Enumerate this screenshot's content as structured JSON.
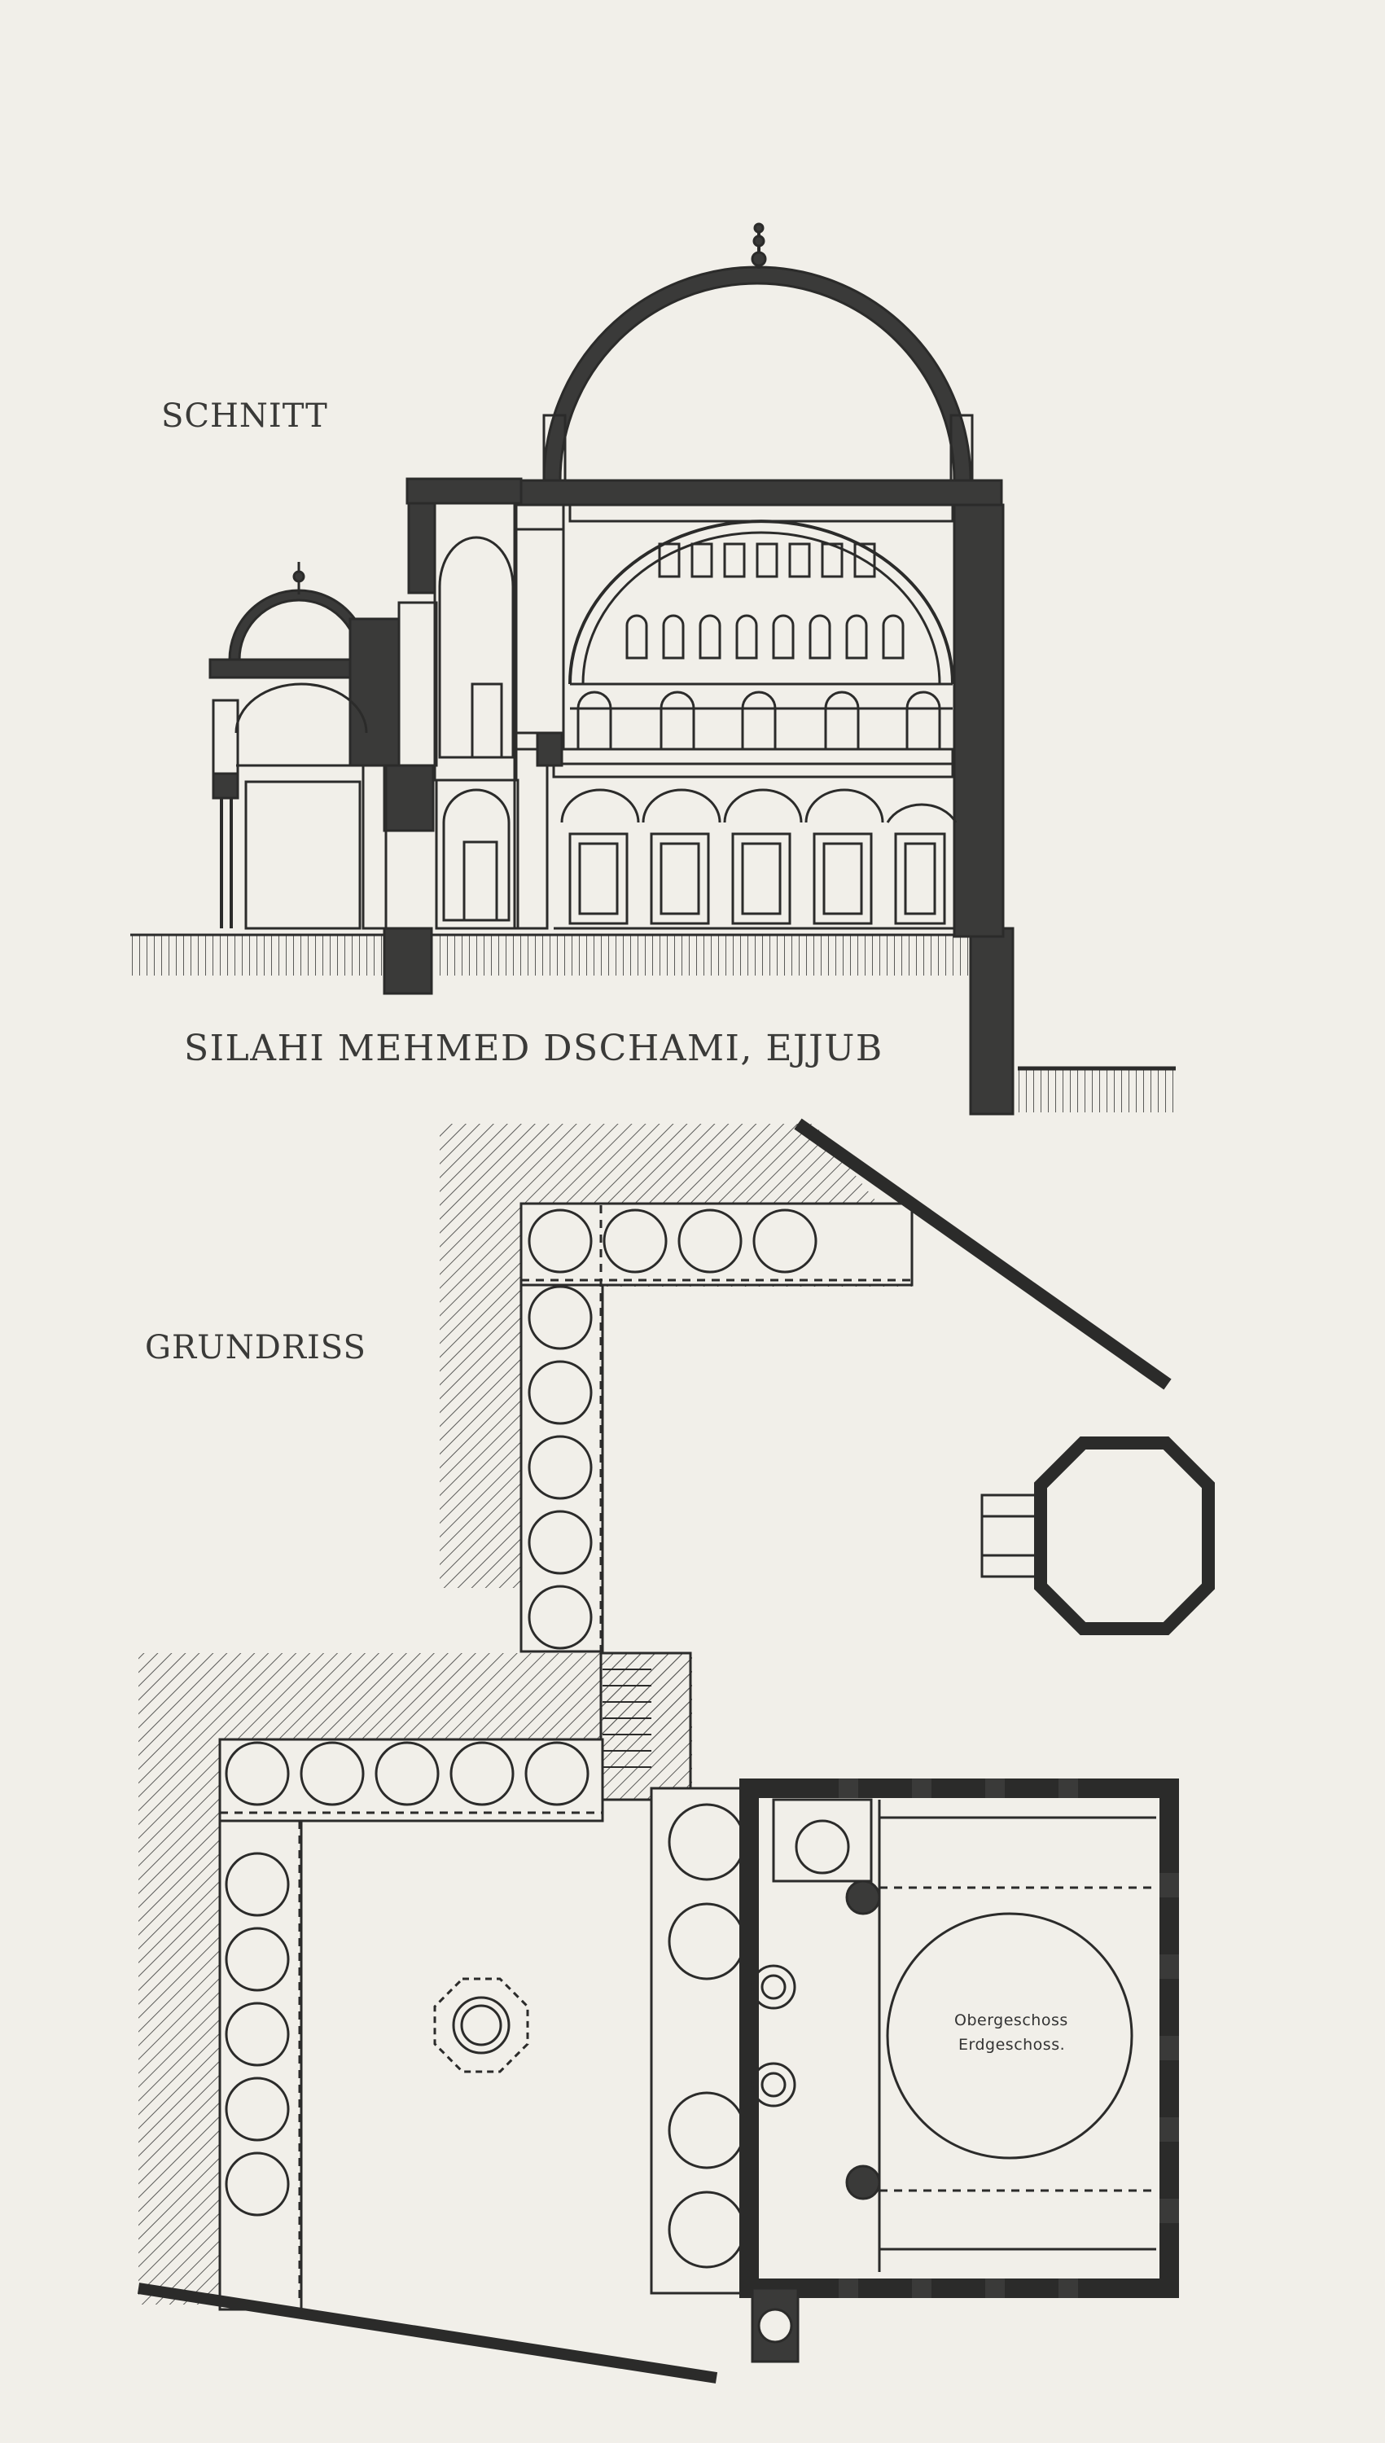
{
  "plate": {
    "section_label": "SCHNITT",
    "title": "SILAHI MEHMED DSCHAMI, EJJUB",
    "plan_label": "GRUNDRISS",
    "upper_floor_label": "Obergeschoss",
    "ground_floor_label": "Erdgeschoss."
  },
  "colors": {
    "paper": "#f1efe9",
    "ink": "#2b2b2a",
    "wall_fill": "#3a3a39",
    "hatch": "#5a5a58"
  }
}
